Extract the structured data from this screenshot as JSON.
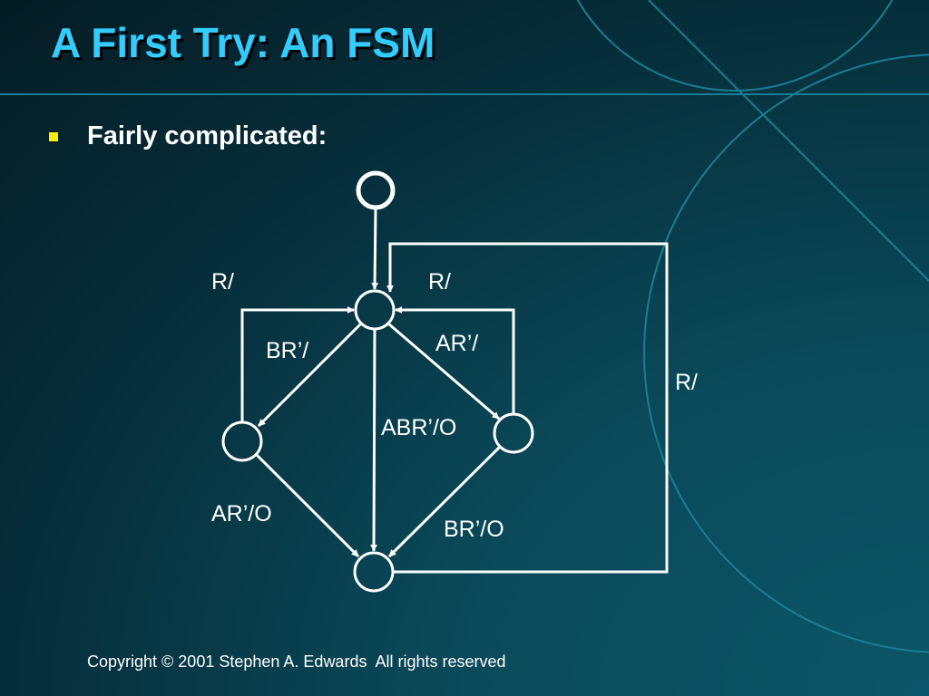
{
  "slide": {
    "title": "A First Try: An FSM",
    "bullet": "Fairly complicated:",
    "footer": "Copyright © 2001 Stephen A. Edwards  All rights reserved"
  },
  "diagram": {
    "states": [
      "initial",
      "s0",
      "s_left",
      "s_right",
      "s_bottom"
    ],
    "transitions": [
      {
        "from": "s0",
        "to": "s_left",
        "label": "BR’/"
      },
      {
        "from": "s0",
        "to": "s_right",
        "label": "AR’/"
      },
      {
        "from": "s0",
        "to": "s_bottom",
        "label": "ABR’/O"
      },
      {
        "from": "s_left",
        "to": "s0",
        "label": "R/"
      },
      {
        "from": "s_right",
        "to": "s0",
        "label": "R/"
      },
      {
        "from": "s_left",
        "to": "s_bottom",
        "label": "AR’/O"
      },
      {
        "from": "s_right",
        "to": "s_bottom",
        "label": "BR’/O"
      },
      {
        "from": "s_bottom",
        "to": "s0",
        "label": "R/"
      }
    ]
  },
  "colors": {
    "background": "#062e3a",
    "title": "#33ccff",
    "bullet": "#ffee00",
    "text": "#ffffff",
    "decoration": "#1a7d93"
  }
}
